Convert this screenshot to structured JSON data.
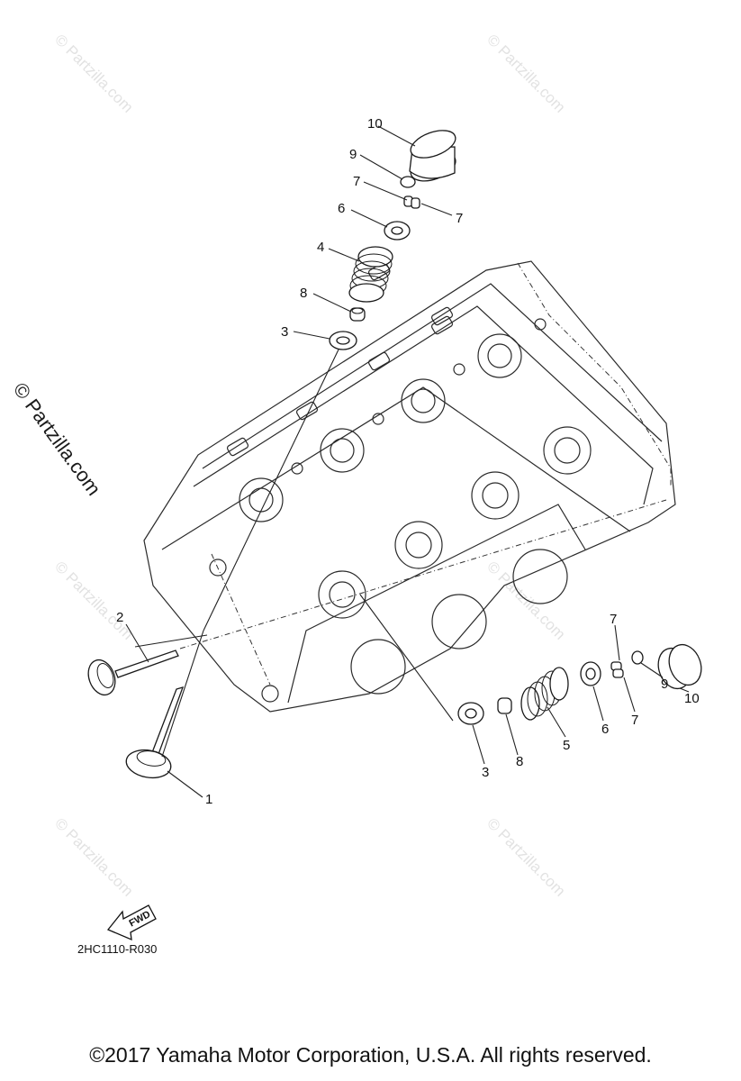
{
  "diagram": {
    "callouts": {
      "c1": "1",
      "c2": "2",
      "c3a": "3",
      "c3b": "3",
      "c4": "4",
      "c5": "5",
      "c6a": "6",
      "c6b": "6",
      "c7a": "7",
      "c7b": "7",
      "c7c": "7",
      "c7d": "7",
      "c8a": "8",
      "c8b": "8",
      "c9a": "9",
      "c9b": "9",
      "c10a": "10",
      "c10b": "10"
    },
    "fwd_label": "FWD",
    "diagram_code": "2HC1110-R030"
  },
  "watermark": {
    "text": "© Partzilla.com"
  },
  "footer": {
    "copyright": "©2017  Yamaha Motor Corporation, U.S.A. All rights reserved."
  }
}
